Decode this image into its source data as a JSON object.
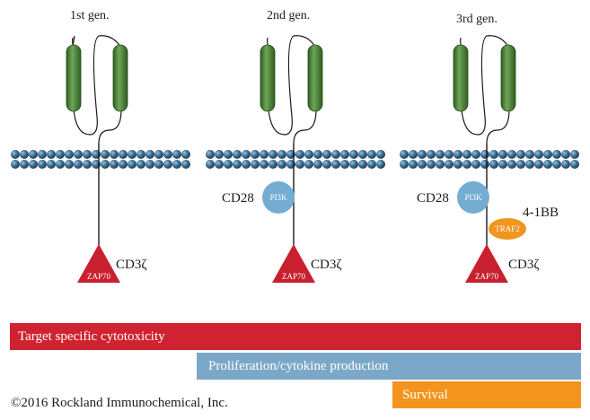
{
  "generations": [
    {
      "title": "1st gen.",
      "costim": null,
      "costim_kinase": null,
      "extra": null,
      "extra_adapter": null,
      "signal": "CD3ζ",
      "signal_kinase": "ZAP70"
    },
    {
      "title": "2nd gen.",
      "costim": "CD28",
      "costim_kinase": "PI3K",
      "extra": null,
      "extra_adapter": null,
      "signal": "CD3ζ",
      "signal_kinase": "ZAP70"
    },
    {
      "title": "3rd gen.",
      "costim": "CD28",
      "costim_kinase": "PI3K",
      "extra": "4-1BB",
      "extra_adapter": "TRAF2",
      "signal": "CD3ζ",
      "signal_kinase": "ZAP70"
    }
  ],
  "bars": [
    {
      "label": "Target specific cytotoxicity",
      "color": "#cf2331"
    },
    {
      "label": "Proliferation/cytokine production",
      "color": "#7ba7c9"
    },
    {
      "label": "Survival",
      "color": "#f3941e"
    }
  ],
  "copyright": "©2016 Rockland Immunochemical, Inc.",
  "colors": {
    "receptor_green": "#4f8a3a",
    "membrane_blue": "#2e5673",
    "triangle_red": "#c8202f",
    "pi3k_blue": "#74acd2",
    "traf2_orange": "#f0951f"
  }
}
